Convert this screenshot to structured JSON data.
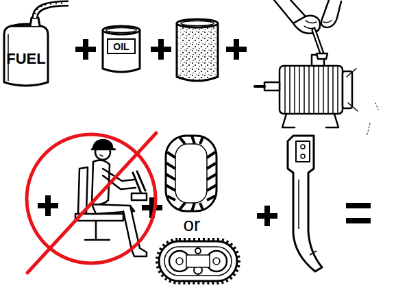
{
  "diagram": {
    "labels": [
      "FUEL",
      "OIL",
      "or"
    ]
  }
}
